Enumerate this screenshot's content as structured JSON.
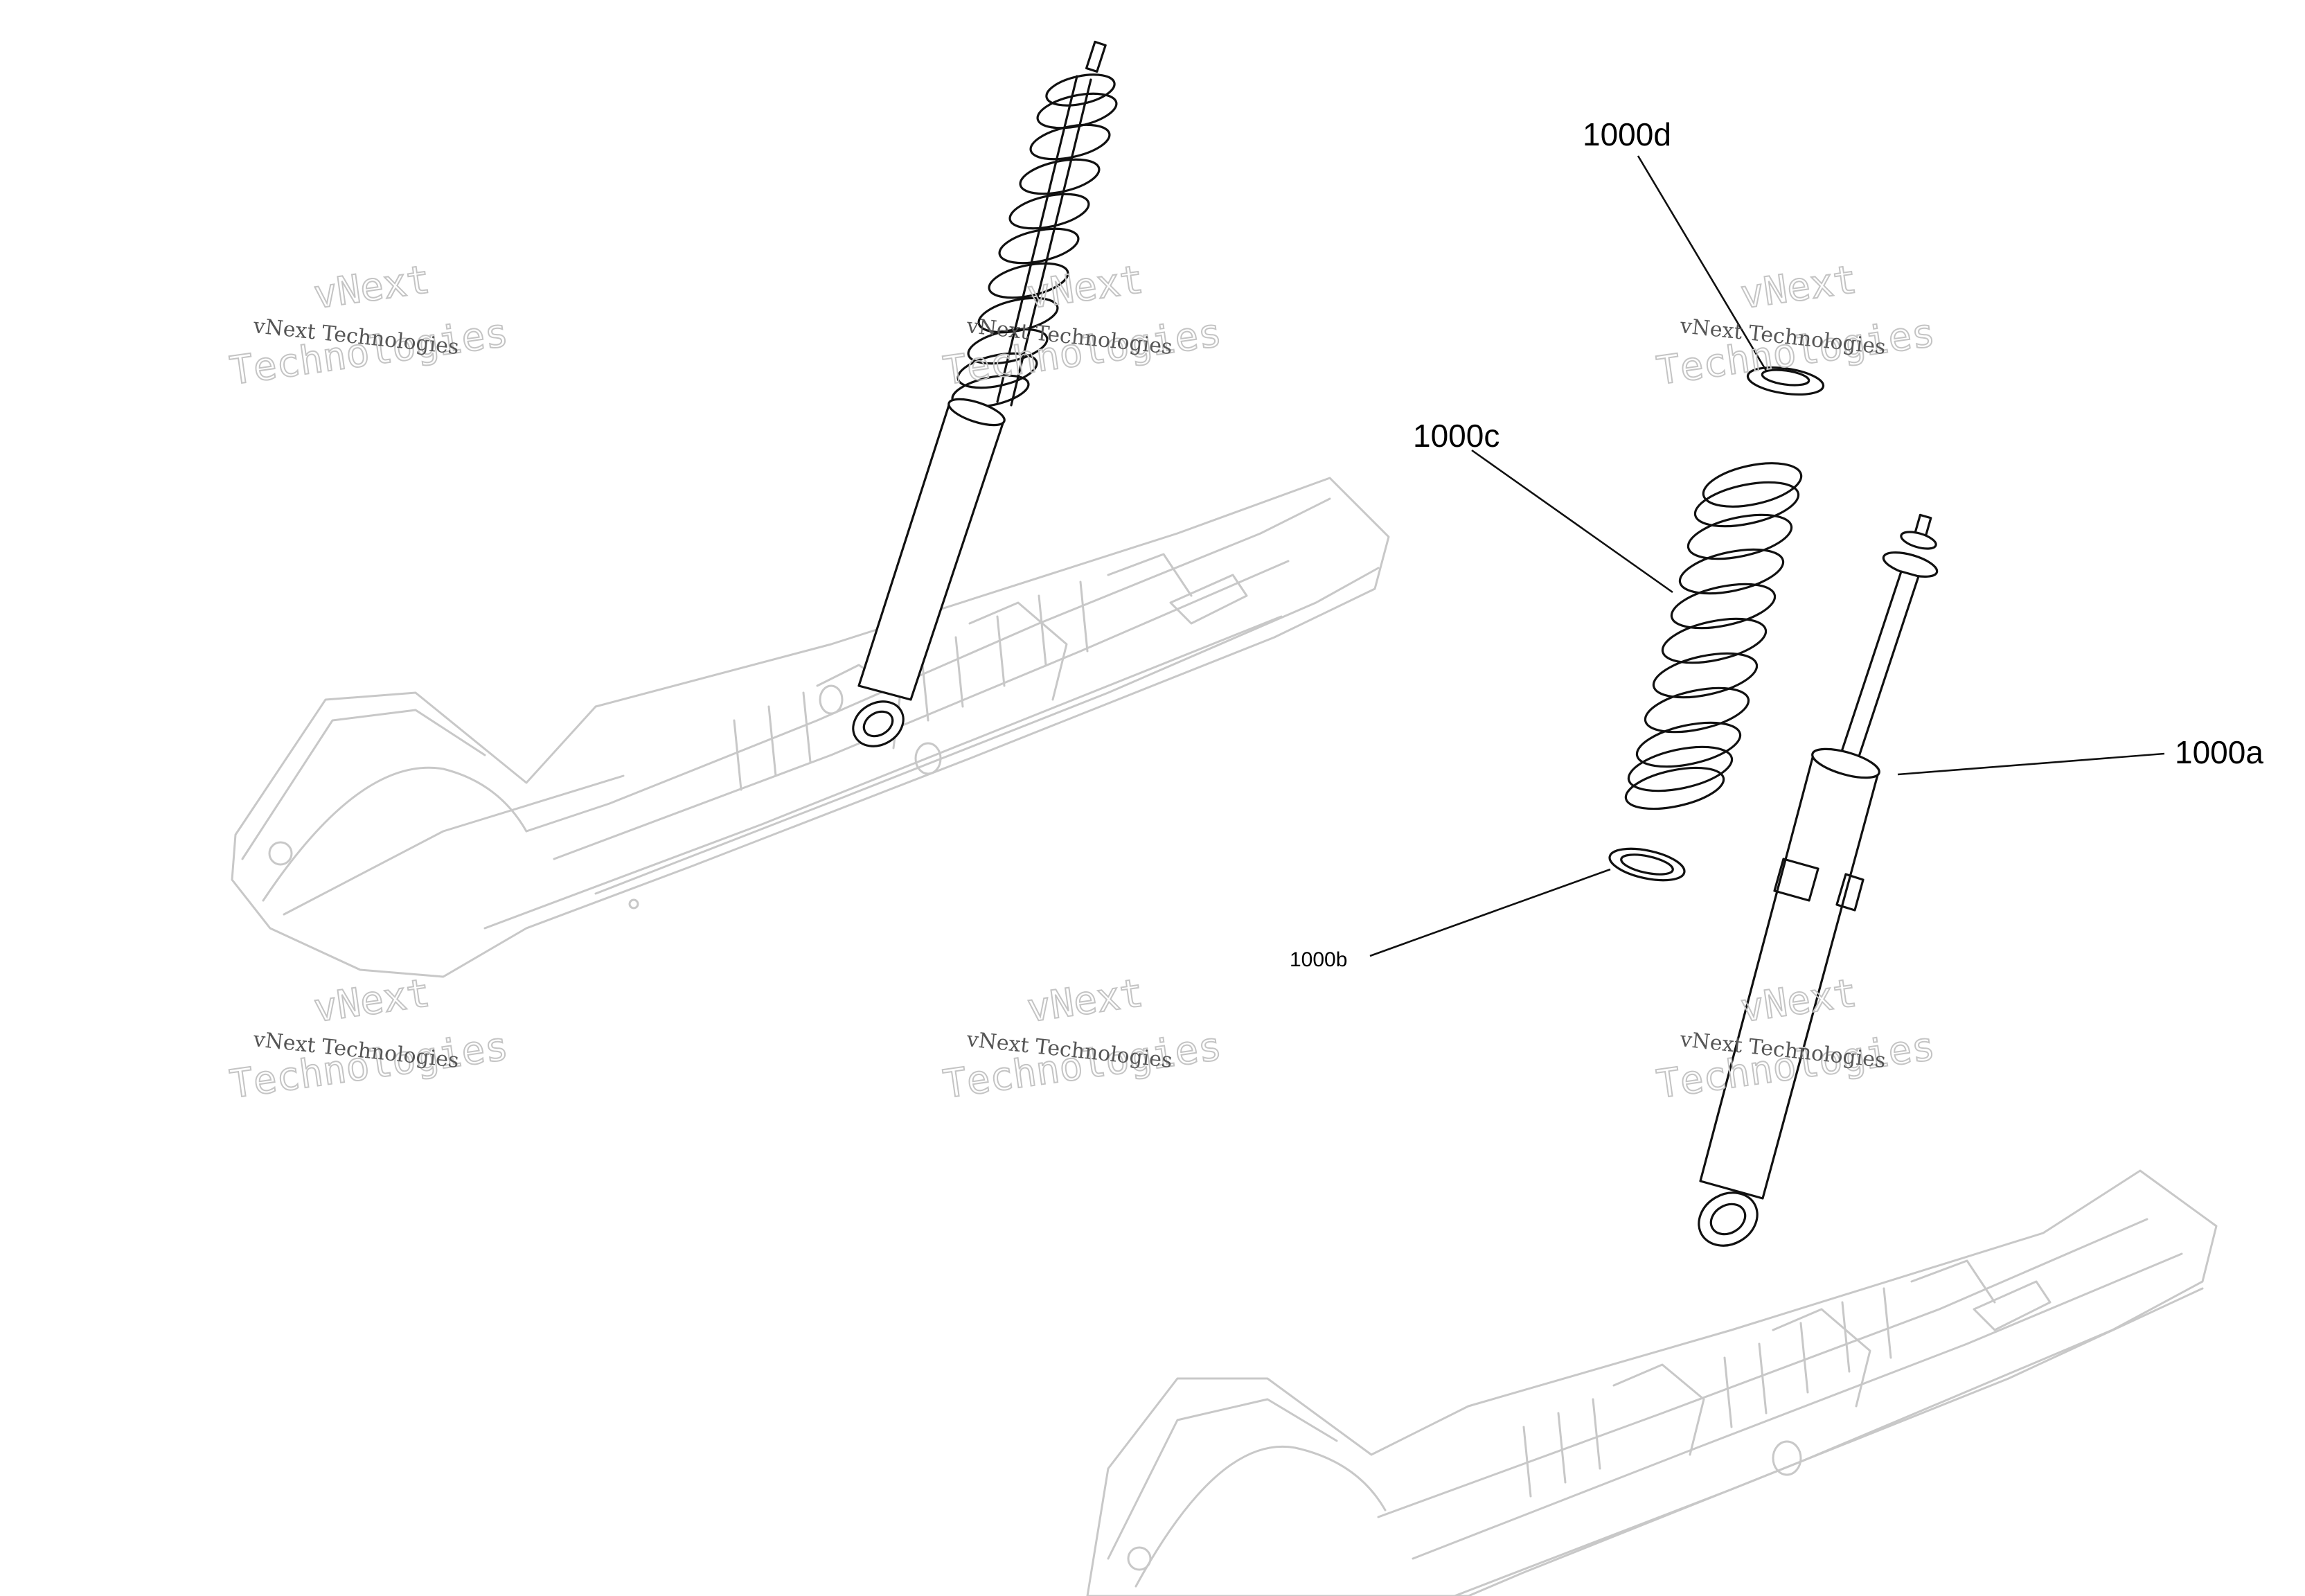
{
  "callouts": {
    "label_1000a": "1000a",
    "label_1000b": "1000b",
    "label_1000c": "1000c",
    "label_1000d": "1000d"
  },
  "watermark": {
    "line1": "vNext Technologies",
    "big_top": "vNext",
    "big_bottom": "Technologies"
  },
  "colors": {
    "part_stroke": "#111111",
    "background_ski_stroke": "#c8c8c8",
    "watermark_text": "#555555"
  }
}
